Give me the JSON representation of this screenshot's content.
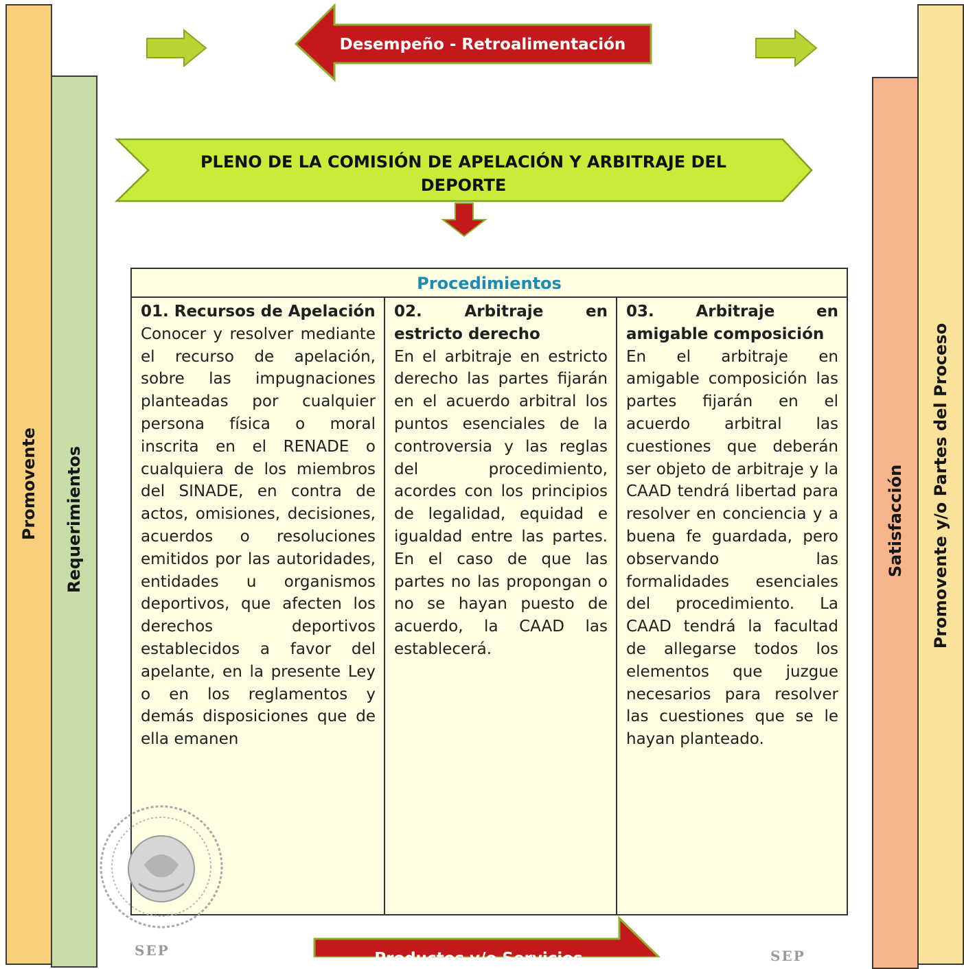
{
  "bands": {
    "promovente": "Promovente",
    "requerimientos": "Requerimientos",
    "satisfaccion": "Satisfacción",
    "partes": "Promovente y/o Partes del Proceso"
  },
  "top_arrow": {
    "label": "Desempeño - Retroalimentación"
  },
  "pleno": {
    "title": "PLENO DE LA COMISIÓN DE APELACIÓN Y ARBITRAJE DEL DEPORTE"
  },
  "procedures": {
    "header": "Procedimientos",
    "items": [
      {
        "title": "01. Recursos de Apelación",
        "text": "Conocer y resolver mediante el recurso de apelación, sobre las impugnaciones planteadas por cualquier persona física o moral inscrita en el RENADE o cualquiera de los miembros del SINADE, en contra de actos, omisiones, decisiones, acuerdos o resoluciones emitidos por las autoridades, entidades u organismos deportivos, que afecten los derechos deportivos establecidos a favor del apelante, en la presente Ley o en los reglamentos y demás disposiciones que de ella emanen"
      },
      {
        "title": "02. Arbitraje en estricto derecho",
        "text": "En el arbitraje en estricto derecho las partes fijarán en el acuerdo arbitral los puntos esenciales de la controversia y las reglas del procedimiento, acordes con los principios de legalidad, equidad e igualdad entre las partes. En el caso de que las partes no las propongan o no se hayan puesto de acuerdo, la CAAD las establecerá."
      },
      {
        "title": "03. Arbitraje en amigable composición",
        "text": "En el arbitraje en amigable composición las partes fijarán en el acuerdo arbitral las cuestiones que deberán ser objeto de arbitraje y la CAAD tendrá libertad para resolver en conciencia y a buena fe guardada, pero observando las formalidades esenciales del procedimiento. La CAAD tendrá la facultad de allegarse todos los elementos que juzgue necesarios para resolver las cuestiones que se le hayan planteado."
      }
    ]
  },
  "bottom_arrow": {
    "label": "Productos y/o Servicios"
  },
  "footer": {
    "mark_left": "SEP",
    "mark_right": "SEP"
  },
  "colors": {
    "arrow_red": "#c3181c",
    "arrow_green": "#b7d432",
    "band_orange": "#f8cf7a",
    "band_green": "#c8dca8",
    "band_salmon": "#f7b48a",
    "band_yellow": "#fbe29a",
    "procedures_fill": "#fdfee2",
    "procedures_header": "#1c8bb3"
  }
}
